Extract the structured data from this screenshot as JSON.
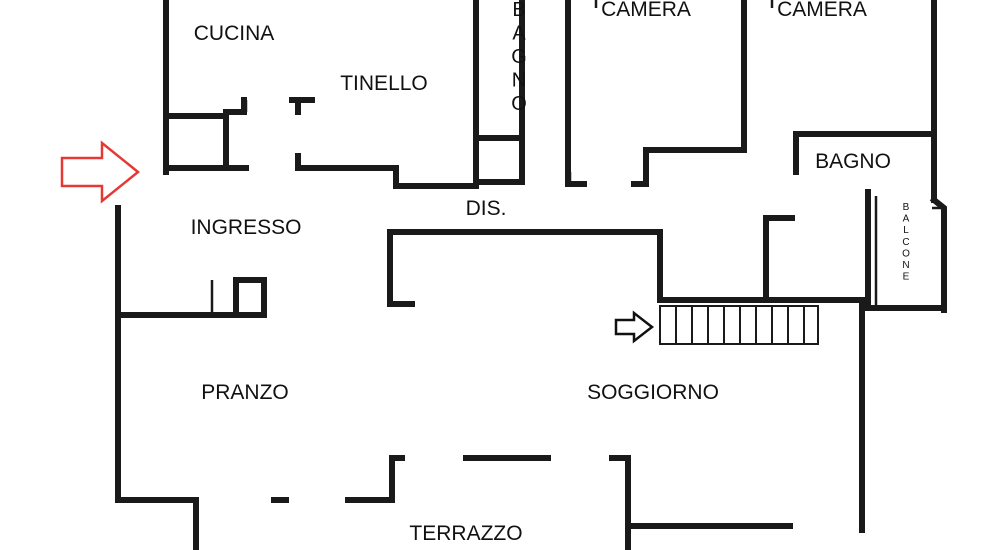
{
  "rooms": {
    "cucina": "CUCINA",
    "tinello": "TINELLO",
    "bagno_vertical": "BAGNO",
    "camera_1": "CAMERA",
    "camera_2": "CAMERA",
    "bagno": "BAGNO",
    "dis": "DIS.",
    "ingresso": "INGRESSO",
    "balcone_vertical": "BALCONE",
    "pranzo": "PRANZO",
    "soggiorno": "SOGGIORNO",
    "terrazzo": "TERRAZZO"
  },
  "colors": {
    "entrance_arrow": "#e53935",
    "stair_arrow": "#111111"
  },
  "icons": {
    "entrance": "arrow-right-icon",
    "stairs": "arrow-right-icon"
  }
}
